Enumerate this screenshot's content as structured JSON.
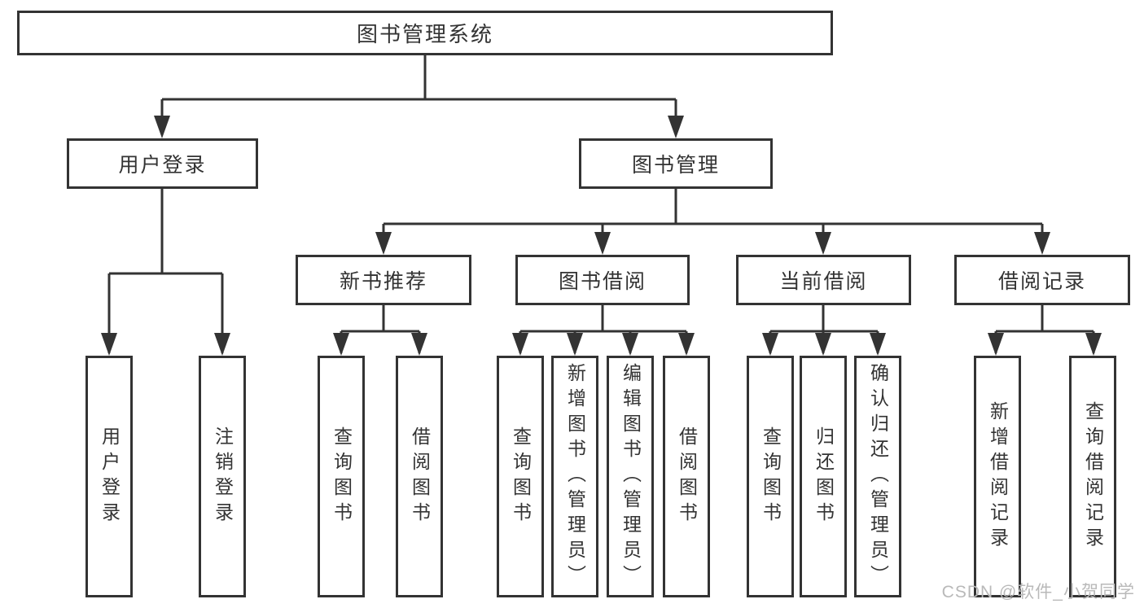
{
  "diagram": {
    "nodes": {
      "root": {
        "label": "图书管理系统"
      },
      "level2": [
        {
          "id": "user-login",
          "label": "用户登录"
        },
        {
          "id": "book-management",
          "label": "图书管理"
        }
      ],
      "level3": [
        {
          "id": "new-book-recommendation",
          "label": "新书推荐"
        },
        {
          "id": "book-borrowing",
          "label": "图书借阅"
        },
        {
          "id": "current-borrowing",
          "label": "当前借阅"
        },
        {
          "id": "borrowing-records",
          "label": "借阅记录"
        }
      ],
      "leaves": {
        "user_login": [
          "用户登录",
          "注销登录"
        ],
        "new_book_recommendation": [
          "查询图书",
          "借阅图书"
        ],
        "book_borrowing": [
          "查询图书",
          "新增图书（管理员）",
          "编辑图书（管理员）",
          "借阅图书"
        ],
        "current_borrowing": [
          "查询图书",
          "归还图书",
          "确认归还（管理员）"
        ],
        "borrowing_records": [
          "新增借阅记录",
          "查询借阅记录"
        ]
      }
    }
  },
  "watermark": {
    "text": "CSDN @软件_小贺同学"
  },
  "colors": {
    "line": "#333333",
    "box_border": "#333333",
    "box_bg": "#ffffff",
    "text": "#333333",
    "canvas_bg": "#ffffff",
    "watermark": "#b9b9b9"
  }
}
